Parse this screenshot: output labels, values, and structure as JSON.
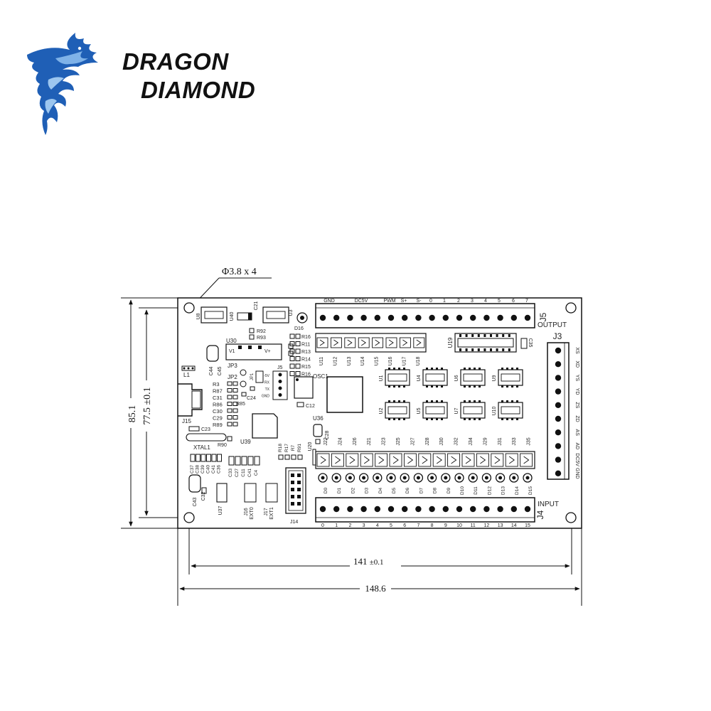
{
  "brand": {
    "line1": "DRAGON",
    "line2": "DIAMOND"
  },
  "dimensions": {
    "hole_note": "Φ3.8 x 4",
    "outer_height": "85.1",
    "inner_height": "77.5 ±0.1",
    "inner_width_value": "141",
    "inner_width_tol": "±0.1",
    "outer_width": "148.6"
  },
  "board": {
    "output_header_labels": [
      "GND",
      "DC5V",
      "PWM",
      "S+",
      "S-",
      "0",
      "1",
      "2",
      "3",
      "4",
      "5",
      "6",
      "7"
    ],
    "output_connector": "J5",
    "output_label": "OUTPUT",
    "side_connector": "J3",
    "side_labels": [
      "XS",
      "XD",
      "YS",
      "YD",
      "ZS",
      "ZD",
      "AS",
      "AD",
      "DC5V",
      "GND"
    ],
    "input_connector": "J4",
    "input_label": "INPUT",
    "input_pin_numbers": [
      "0",
      "1",
      "2",
      "3",
      "4",
      "5",
      "6",
      "7",
      "8",
      "9",
      "10",
      "11",
      "12",
      "13",
      "14",
      "15"
    ],
    "opto_row1": [
      "U11",
      "U12",
      "U13",
      "U14",
      "U15",
      "U16",
      "U17",
      "U18"
    ],
    "resistors_left": [
      "R16",
      "R11",
      "R13",
      "R14",
      "R15",
      "R16"
    ],
    "chips_mid_top": [
      "U1",
      "U4",
      "U6",
      "U9"
    ],
    "chips_mid_bottom": [
      "U2",
      "U5",
      "U7",
      "U10"
    ],
    "j_row": [
      "J22",
      "J24",
      "J26",
      "J21",
      "J23",
      "J25",
      "J27",
      "J28",
      "J30",
      "J32",
      "J34",
      "J29",
      "J31",
      "J33",
      "J35"
    ],
    "d_row": [
      "D0",
      "D1",
      "D2",
      "D3",
      "D4",
      "D5",
      "D6",
      "D7",
      "D8",
      "D9",
      "D10",
      "D11",
      "D12",
      "D13",
      "D14",
      "D15"
    ],
    "left_labels": [
      "R3",
      "R87",
      "C31",
      "R86",
      "C30",
      "C29",
      "R89"
    ],
    "misc": {
      "u30": "U30",
      "u19": "U19",
      "c35": "C35",
      "u36": "U36",
      "c28": "C28",
      "u39": "U39",
      "u37": "U37",
      "j14": "J14",
      "j15": "J15",
      "l1": "L1",
      "xtal": "XTAL1",
      "c23": "C23",
      "r90": "R90",
      "osc": "OSC1",
      "c12": "C12",
      "jp3": "JP3",
      "jp2": "JP2",
      "jp1": "JP1",
      "j16": "J16",
      "j17": "J17",
      "ext0": "EXT0",
      "ext1": "EXT1",
      "u8": "U8",
      "u40": "U40",
      "u3": "U3",
      "d16": "D16",
      "c21": "C21",
      "r92": "R92",
      "r93": "R93",
      "c44": "C44",
      "c45": "C45",
      "u20": "U20",
      "c43": "C43",
      "c32": "C32",
      "r85": "R85",
      "c24": "C24",
      "v1": "V1",
      "vplus": "V+",
      "j5b": "J5",
      "j5_pins": [
        "-5V",
        "RX",
        "TX",
        "GND"
      ],
      "col_left_caps": [
        "C37",
        "C38",
        "C39",
        "C40",
        "C41",
        "C36"
      ],
      "col_mid_caps": [
        "C33",
        "C27",
        "C11",
        "C41",
        "C4"
      ],
      "r_lower": [
        "R18",
        "R17",
        "R7",
        "R91"
      ]
    }
  }
}
